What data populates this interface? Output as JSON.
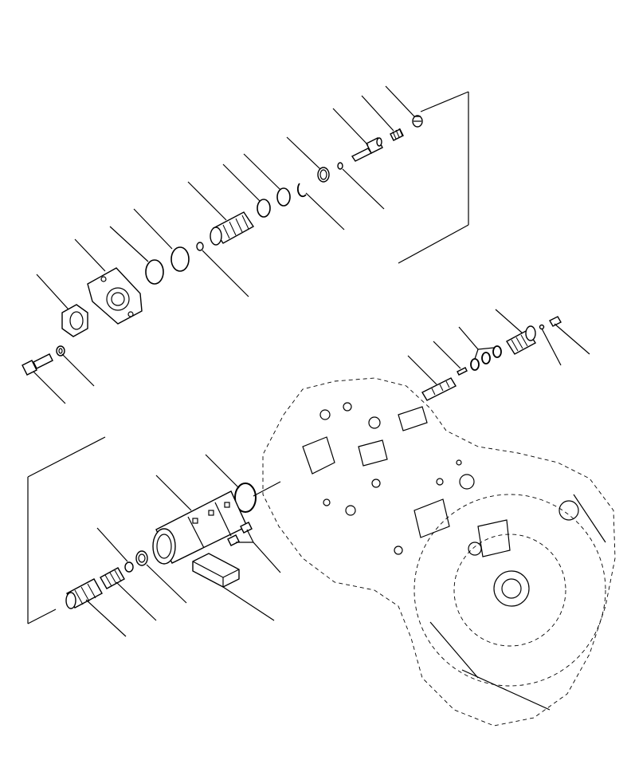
{
  "diagram": {
    "callout_count": 27,
    "groups": [
      "upper-valve-assembly",
      "right-valve-assembly",
      "lower-spool-assembly",
      "pump-housing"
    ]
  }
}
